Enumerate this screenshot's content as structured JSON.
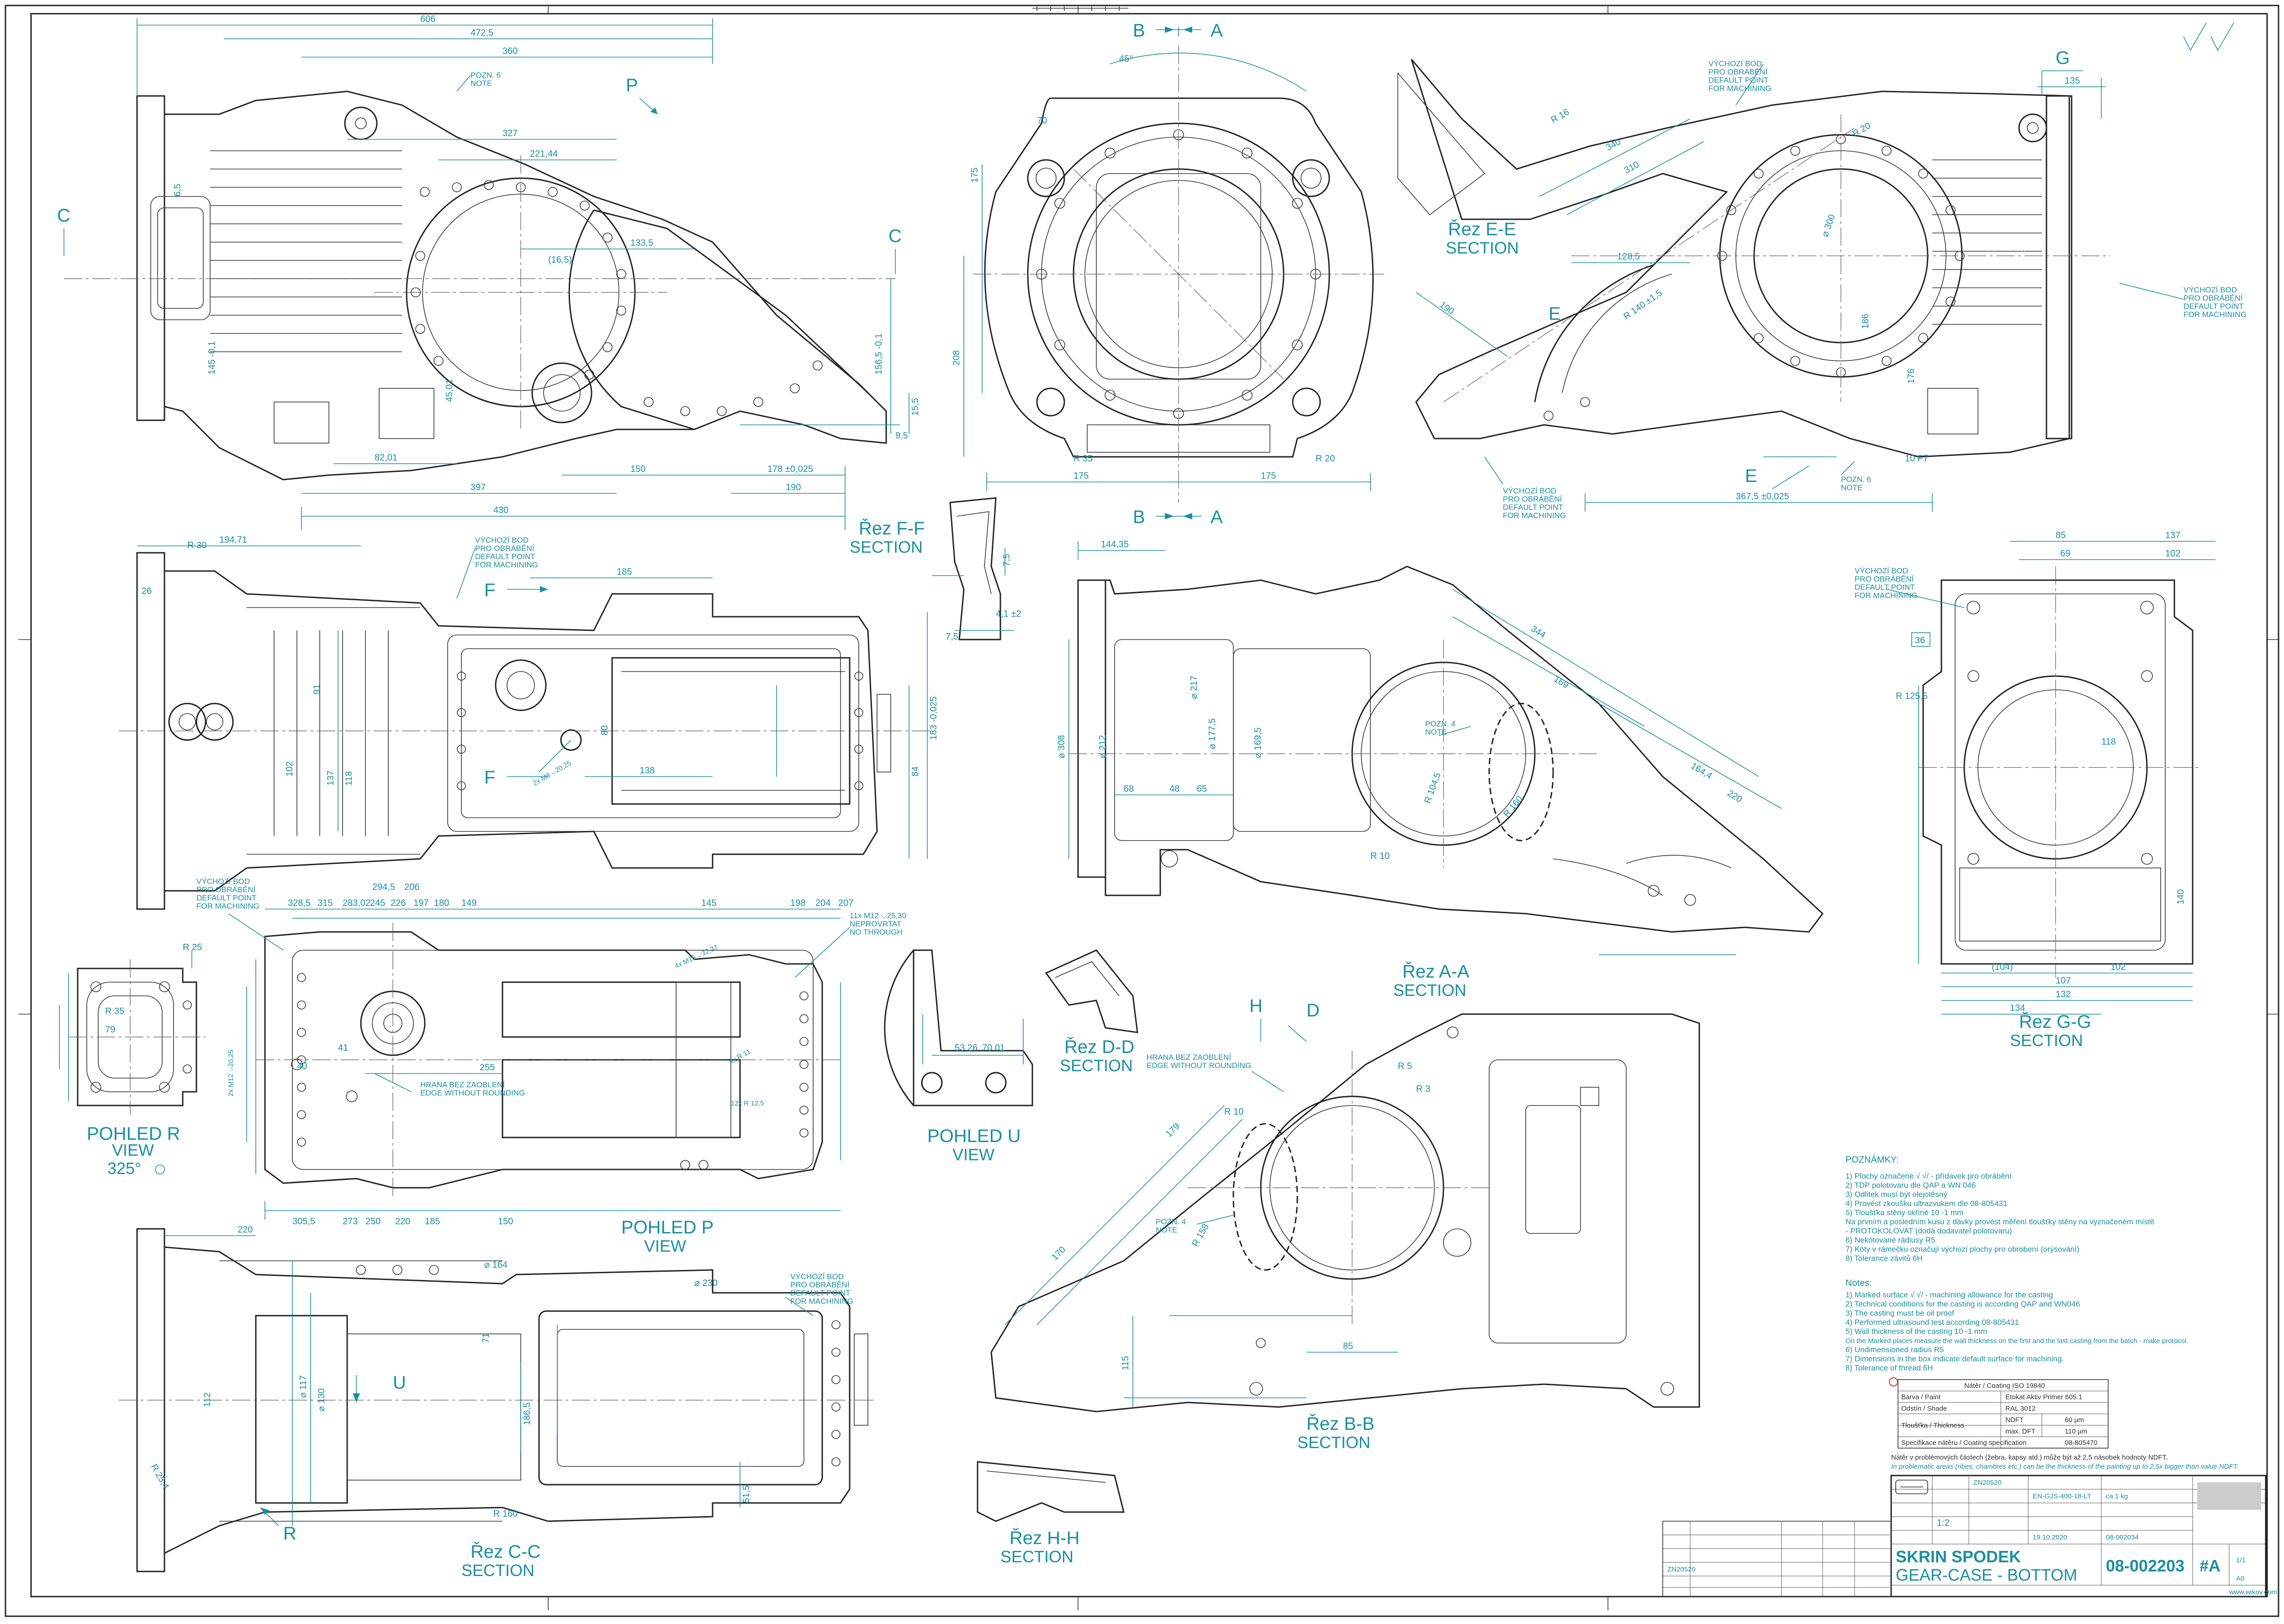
{
  "title_block": {
    "title_cz": "SKRIN SPODEK",
    "title_en": "GEAR-CASE  - BOTTOM",
    "drawing_number": "08-002203",
    "revision": "#A",
    "scale": "1:2",
    "format": "A0",
    "sheet": "1/1",
    "material": "EN-GJS-400-18-LT",
    "weight": "ca 1 kg",
    "date": "19.10.2020",
    "ref_number": "08-002034",
    "revision_history": "ZN20520",
    "website": "www.wikov.com"
  },
  "roughness_symbol": "√/√/",
  "coating_table": {
    "header": "Nátěr / Coating   ISO 19840",
    "rows": [
      {
        "label": "Barva / Paint",
        "value": "Etokat Aktiv Primer 605.1"
      },
      {
        "label": "Odstín / Shade",
        "value": "RAL 3012"
      },
      {
        "label": "Tloušťka / Thickness",
        "sub": "NDFT",
        "value": "60 µm"
      },
      {
        "label": "",
        "sub": "max. DFT",
        "value": "110 µm"
      },
      {
        "label": "Specifikace nátěru / Coating specification",
        "value": "08-805470"
      }
    ],
    "footnote_cz": "Nátěr v problémových částech (žebra, kapsy atd.) může být až 2,5 násobek hodnoty NDFT.",
    "footnote_en": "In problematic areas (ribes, chambres etc.) can be the thickness of the painting up to 2,5x bigger than value NDFT."
  },
  "notes_cz": {
    "heading": "POZNÁMKY:",
    "items": [
      "1) Plochy označené  √  √/  - přídavek pro obrábění",
      "2) TDP polotovaru dle QAP a WN 046",
      "3) Odlitek musí být olejotěsný",
      "4) Provést zkoušku  ultrazvukem dle 08-805431",
      "5) Tloušťka stěny skříně 10 -1 mm",
      "    Na prvním a posledním kusu z dávky provést měření tloušťky stěny na vyznačeném místě",
      "    - PROTOKOLOVAT (dodá dodavatel polotovaru)",
      "6) Nekótované rádiusy R5",
      "7) Kóty v rámečku označují výchozí plochy pro obrobení (orýsování)",
      "8) Tolerance závitů 6H"
    ]
  },
  "notes_en": {
    "heading": "Notes:",
    "items": [
      "1) Marked surface  √  √/  - machining allowance for the casting",
      "2) Technical conditions for the casting is according QAP and WN046",
      "3) The casting must be oil proof",
      "4) Performed ultrasound test according 08-805431",
      "5) Wall thickness of the casting 10 -1 mm",
      "    On the Marked places measure the wall thickness on the first and the last casting from the batch - make protocol.",
      "6) Undimensioned radius R5",
      "7) Dimensions in the box indicate default surface for machining.",
      "8) Tolerance of thread 6H"
    ]
  },
  "view_labels": {
    "section_ee": [
      "Řez E-E",
      "SECTION"
    ],
    "section_ff": [
      "Řez F-F",
      "SECTION"
    ],
    "section_aa": [
      "Řez A-A",
      "SECTION"
    ],
    "section_gg": [
      "Řez G-G",
      "SECTION"
    ],
    "section_dd": [
      "Řez D-D",
      "SECTION"
    ],
    "section_bb": [
      "Řez B-B",
      "SECTION"
    ],
    "section_cc": [
      "Řez C-C",
      "SECTION"
    ],
    "section_hh": [
      "Řez H-H",
      "SECTION"
    ],
    "view_r": [
      "POHLED R",
      "VIEW",
      "325°"
    ],
    "view_u": [
      "POHLED U",
      "VIEW"
    ],
    "view_p": [
      "POHLED P",
      "VIEW"
    ]
  },
  "callouts": {
    "default_point": [
      "VÝCHOZÍ BOD",
      "PRO OBRÁBĚNÍ",
      "DEFAULT POINT",
      "FOR MACHINING"
    ],
    "note6": [
      "POZN. 6",
      "NOTE"
    ],
    "note4": [
      "POZN. 4",
      "NOTE"
    ],
    "edge": [
      "HRANA BEZ ZAOBLENÍ",
      "EDGE WITHOUT ROUNDING"
    ],
    "thread_11": [
      "11x M12 ⌵25,30",
      "NEPROVRTAT",
      "NO THROUGH"
    ],
    "thread_4": "4x M16 ⌵32,37",
    "thread_2": "2x M12 ⌵20,25",
    "thread_2b": "2x M8 ⌵20,25",
    "thread_12": "12x R 12,5",
    "thread_4b": "4x R 11"
  },
  "section_letters": [
    "A",
    "B",
    "C",
    "D",
    "E",
    "F",
    "G",
    "H",
    "P",
    "U",
    "R"
  ],
  "dims": {
    "top_left": [
      "606",
      "472,5",
      "360",
      "327",
      "221,44",
      "133,5",
      "397",
      "430",
      "150",
      "178 ±0,025",
      "190",
      "82,01",
      "156,5 -0,1",
      "45,01",
      "(16,5)",
      "145 -0,1",
      "15,5",
      "6,5",
      "9,5"
    ],
    "top_center": [
      "175",
      "175",
      "175",
      "208",
      "45°",
      "70",
      "R 35",
      "R 20"
    ],
    "top_right": [
      "135",
      "340",
      "310",
      "128,5",
      "190",
      "367,5 ±0,025",
      "⌀ 300",
      "186",
      "176",
      "R 140 ±1,5",
      "R 16",
      "R 20",
      "10 F7"
    ],
    "mid_left": [
      "194,71",
      "185",
      "183 -0,025",
      "138",
      "80",
      "91",
      "137",
      "118",
      "102",
      "84",
      "R 30",
      "26"
    ],
    "mid_center": [
      "144,35",
      "344",
      "169",
      "164,4",
      "220",
      "⌀ 217",
      "⌀ 177,5",
      "⌀ 169,5",
      "⌀ 308",
      "⌀ 212",
      "68",
      "48",
      "65",
      "R 10",
      "R 104,5",
      "R 160"
    ],
    "mid_right": [
      "85",
      "137",
      "69",
      "102",
      "118",
      "(104)",
      "102",
      "107",
      "132",
      "134",
      "140",
      "R 125,5",
      "36"
    ],
    "low_left": [
      "328,5",
      "315",
      "283,02",
      "294,5",
      "206",
      "245",
      "226",
      "197",
      "180",
      "149",
      "145",
      "198",
      "204",
      "207",
      "255",
      "305,5",
      "273",
      "250",
      "220",
      "185",
      "150",
      "40",
      "41"
    ],
    "low_center": [
      "170",
      "179",
      "115",
      "85",
      "53,26",
      "70,01",
      "R 158",
      "R 10",
      "R 5",
      "R 3"
    ],
    "bottom_left": [
      "220",
      "⌀ 164",
      "⌀ 230",
      "⌀ 117",
      "⌀ 130",
      "186,5",
      "112",
      "71",
      "51,5",
      "R 25,4",
      "R 160"
    ]
  }
}
